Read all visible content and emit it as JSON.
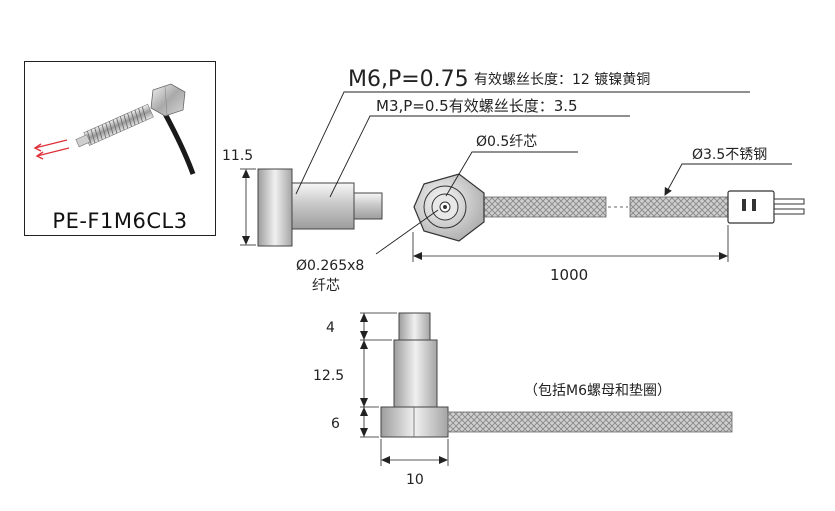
{
  "product_photo": {
    "model": "PE-F1M6CL3"
  },
  "specs": {
    "thread_main": "M6,P=0.75",
    "thread_main_suffix": "有效螺丝长度：12  镀镍黄铜",
    "thread_tip": "M3,P=0.5有效螺丝长度：3.5",
    "fiber_core_outer": "Ø0.5纤芯",
    "fiber_core_inner_line1": "Ø0.265x8",
    "fiber_core_inner_line2": "纤芯",
    "sheath": "Ø3.5不锈钢"
  },
  "dimensions": {
    "head_height": "11.5",
    "cable_length": "1000",
    "tip_length": "4",
    "thread_length": "12.5",
    "nut_thickness": "6",
    "nut_width": "10"
  },
  "notes": {
    "nut_included": "（包括M6螺母和垫圈）"
  },
  "colors": {
    "line": "#222222",
    "metal_light": "#e4e4e4",
    "metal_mid": "#bdbdbd",
    "metal_dark": "#8a8a8a",
    "braid": "#9a9a9a",
    "beam": "#e0303a"
  }
}
